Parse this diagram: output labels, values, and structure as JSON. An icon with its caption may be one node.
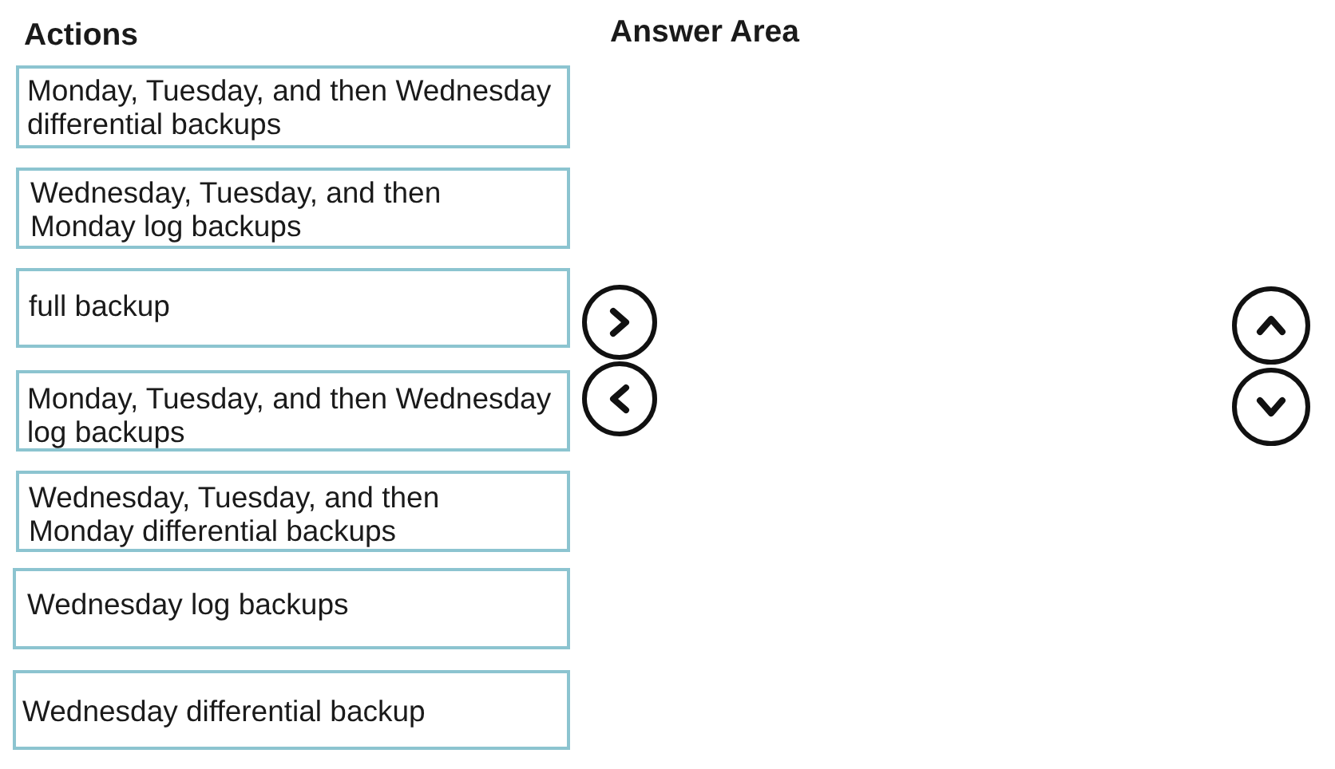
{
  "diagram": {
    "nodes": [
      {
        "text": [
          "Monday, Tuesday, and then Wednesday differential backups"
        ]
      },
      {
        "text": [
          "Wednesday, Tuesday, and then Monday log backups"
        ]
      },
      {
        "text": [
          "full backup"
        ]
      },
      {
        "text": [
          "Monday, Tuesday, and then Wednesday log backups"
        ]
      },
      {
        "text": [
          "Wednesday, Tuesday, and then Monday differential backups"
        ]
      },
      {
        "text": [
          "Wednesday log backups"
        ]
      },
      {
        "text": [
          "Wednesday differential backup"
        ]
      }
    ],
    "labels": [
      "Actions",
      "Answer Area"
    ]
  }
}
